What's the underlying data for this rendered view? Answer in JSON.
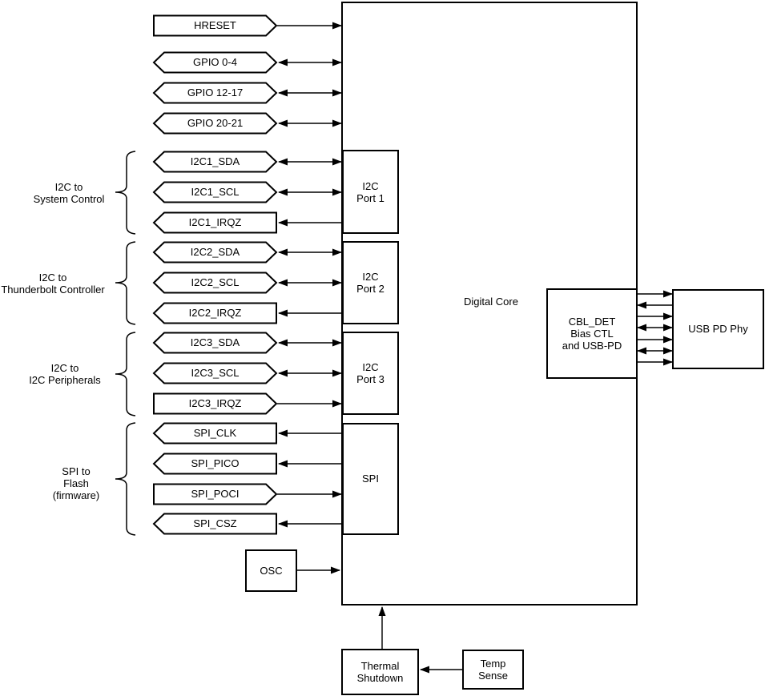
{
  "diagram": {
    "core": {
      "label": "Digital Core"
    },
    "signals": [
      {
        "id": "hreset",
        "label": "HRESET",
        "direction": "input"
      },
      {
        "id": "gpio-0-4",
        "label": "GPIO 0-4",
        "direction": "bidirectional"
      },
      {
        "id": "gpio-12-17",
        "label": "GPIO 12-17",
        "direction": "bidirectional"
      },
      {
        "id": "gpio-20-21",
        "label": "GPIO 20-21",
        "direction": "bidirectional"
      },
      {
        "id": "i2c1-sda",
        "label": "I2C1_SDA",
        "direction": "bidirectional"
      },
      {
        "id": "i2c1-scl",
        "label": "I2C1_SCL",
        "direction": "bidirectional"
      },
      {
        "id": "i2c1-irqz",
        "label": "I2C1_IRQZ",
        "direction": "output"
      },
      {
        "id": "i2c2-sda",
        "label": "I2C2_SDA",
        "direction": "bidirectional"
      },
      {
        "id": "i2c2-scl",
        "label": "I2C2_SCL",
        "direction": "bidirectional"
      },
      {
        "id": "i2c2-irqz",
        "label": "I2C2_IRQZ",
        "direction": "output"
      },
      {
        "id": "i2c3-sda",
        "label": "I2C3_SDA",
        "direction": "bidirectional"
      },
      {
        "id": "i2c3-scl",
        "label": "I2C3_SCL",
        "direction": "bidirectional"
      },
      {
        "id": "i2c3-irqz",
        "label": "I2C3_IRQZ",
        "direction": "input"
      },
      {
        "id": "spi-clk",
        "label": "SPI_CLK",
        "direction": "output"
      },
      {
        "id": "spi-pico",
        "label": "SPI_PICO",
        "direction": "output"
      },
      {
        "id": "spi-poci",
        "label": "SPI_POCI",
        "direction": "input"
      },
      {
        "id": "spi-csz",
        "label": "SPI_CSZ",
        "direction": "output"
      }
    ],
    "signal_groups": [
      {
        "id": "system-control",
        "label": "I2C to\nSystem Control"
      },
      {
        "id": "thunderbolt",
        "label": "I2C to\nThunderbolt Controller"
      },
      {
        "id": "i2c-peripherals",
        "label": "I2C to\nI2C Peripherals"
      },
      {
        "id": "spi-flash",
        "label": "SPI to\nFlash\n(firmware)"
      }
    ],
    "blocks": [
      {
        "id": "i2c-port-1",
        "label": "I2C\nPort 1"
      },
      {
        "id": "i2c-port-2",
        "label": "I2C\nPort 2"
      },
      {
        "id": "i2c-port-3",
        "label": "I2C\nPort 3"
      },
      {
        "id": "spi",
        "label": "SPI"
      },
      {
        "id": "osc",
        "label": "OSC"
      },
      {
        "id": "cbl-det",
        "label": "CBL_DET\nBias CTL\nand USB-PD"
      },
      {
        "id": "usb-pd-phy",
        "label": "USB PD Phy"
      },
      {
        "id": "thermal-shutdown",
        "label": "Thermal\nShutdown"
      },
      {
        "id": "temp-sense",
        "label": "Temp\nSense"
      }
    ],
    "phy_links": [
      "to-phy",
      "to-core",
      "to-phy",
      "bidirectional",
      "to-phy",
      "bidirectional",
      "to-phy"
    ],
    "colors": {
      "stroke": "#000000",
      "fill": "#ffffff",
      "background": "#ffffff"
    }
  }
}
